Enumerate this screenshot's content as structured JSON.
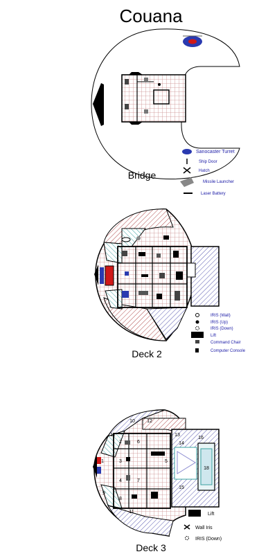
{
  "title": "Couana",
  "decks": {
    "bridge": {
      "label": "Bridge"
    },
    "deck2": {
      "label": "Deck 2"
    },
    "deck3": {
      "label": "Deck 3"
    }
  },
  "legend_bridge": [
    {
      "label": "Sanocaster Turret",
      "icon": "turret-icon"
    },
    {
      "label": "Ship Door",
      "icon": "door-icon"
    },
    {
      "label": "Hatch",
      "icon": "hatch-icon"
    },
    {
      "label": "Missile Launcher",
      "icon": "missile-launcher-icon"
    },
    {
      "label": "Laser Battery",
      "icon": "laser-icon"
    }
  ],
  "legend_deck2": [
    {
      "label": "IRIS (Wall)",
      "icon": "iris-wall-icon"
    },
    {
      "label": "IRIS (Up)",
      "icon": "iris-up-icon"
    },
    {
      "label": "IRIS (Down)",
      "icon": "iris-down-icon"
    },
    {
      "label": "Lift",
      "icon": "lift-icon"
    },
    {
      "label": "Command Chair",
      "icon": "command-chair-icon"
    },
    {
      "label": "Computer Console",
      "icon": "console-icon"
    }
  ],
  "legend_deck3": [
    {
      "label": "Lift",
      "icon": "lift-icon"
    },
    {
      "label": "Wall Iris",
      "icon": "wall-iris-icon"
    },
    {
      "label": "IRIS (Down)",
      "icon": "iris-down-icon"
    }
  ],
  "deck3_rooms": [
    "1",
    "2",
    "3",
    "4",
    "5",
    "6",
    "7",
    "8",
    "9",
    "10",
    "11",
    "11",
    "12",
    "13",
    "14",
    "15",
    "16",
    "18"
  ],
  "colors": {
    "grid": "#c98a8a",
    "hatch_blue": "#5a5ab0",
    "hatch_cyan": "#3aa0a0",
    "wall": "#000000",
    "accent_red": "#d01818",
    "accent_blue": "#2a3ab0"
  }
}
